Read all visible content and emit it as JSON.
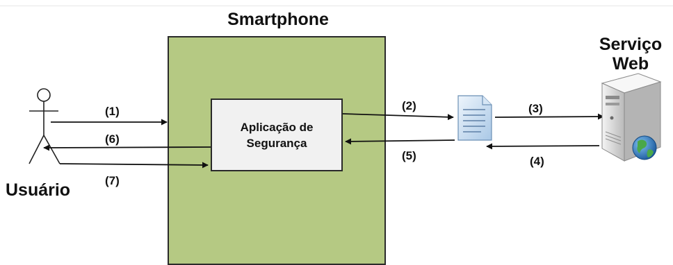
{
  "titles": {
    "smartphone": "Smartphone",
    "web_service_line1": "Serviço",
    "web_service_line2": "Web",
    "user": "Usuário"
  },
  "app_box": {
    "line1": "Aplicação de",
    "line2": "Segurança"
  },
  "steps": [
    "(1)",
    "(2)",
    "(3)",
    "(4)",
    "(5)",
    "(6)",
    "(7)"
  ],
  "colors": {
    "smartphone_fill": "#b5c983",
    "app_fill": "#f1f1f1",
    "arrow": "#111111",
    "document_fill": "#c9ddf0",
    "server_fill": "#e3e3e3",
    "globe": "#2f7fc4"
  },
  "icons": {
    "user": "stick-figure-icon",
    "message": "document-icon",
    "web_service": "server-globe-icon"
  }
}
